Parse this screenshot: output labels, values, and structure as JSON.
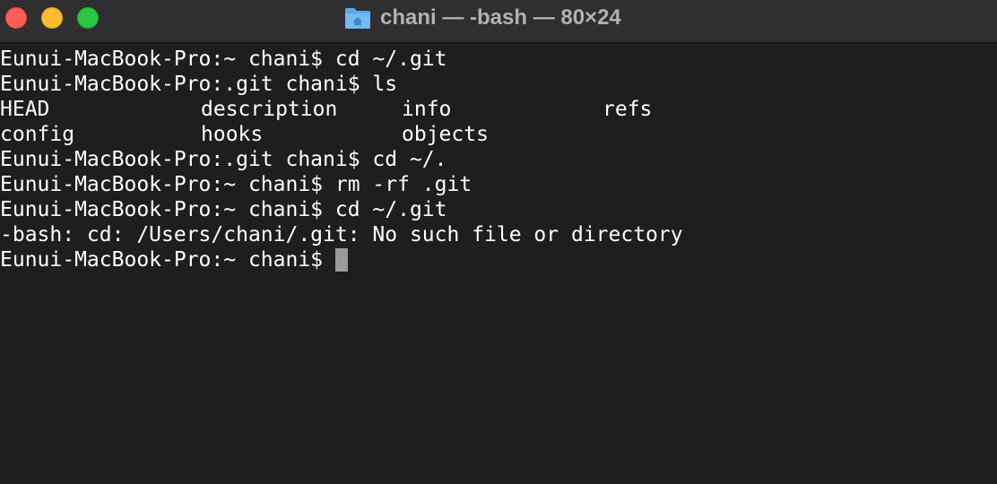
{
  "window": {
    "title": "chani — -bash — 80×24",
    "title_icon": "folder-home-icon"
  },
  "colors": {
    "background": "#1e1e1e",
    "titlebar": "#2f2f31",
    "text": "#ffffff",
    "cursor": "#9a9a9a",
    "close": "#ff5f57",
    "minimize": "#febc2e",
    "maximize": "#28c840"
  },
  "terminal": {
    "lines_before": [
      "Eunui-MacBook-Pro:~ chani$ cd ~/.git",
      "Eunui-MacBook-Pro:.git chani$ ls"
    ],
    "ls_rows": [
      [
        "HEAD",
        "description",
        "info",
        "refs"
      ],
      [
        "config",
        "hooks",
        "objects",
        ""
      ]
    ],
    "lines_after": [
      "Eunui-MacBook-Pro:.git chani$ cd ~/.",
      "Eunui-MacBook-Pro:~ chani$ rm -rf .git",
      "Eunui-MacBook-Pro:~ chani$ cd ~/.git",
      "-bash: cd: /Users/chani/.git: No such file or directory"
    ],
    "current_prompt": "Eunui-MacBook-Pro:~ chani$ "
  }
}
